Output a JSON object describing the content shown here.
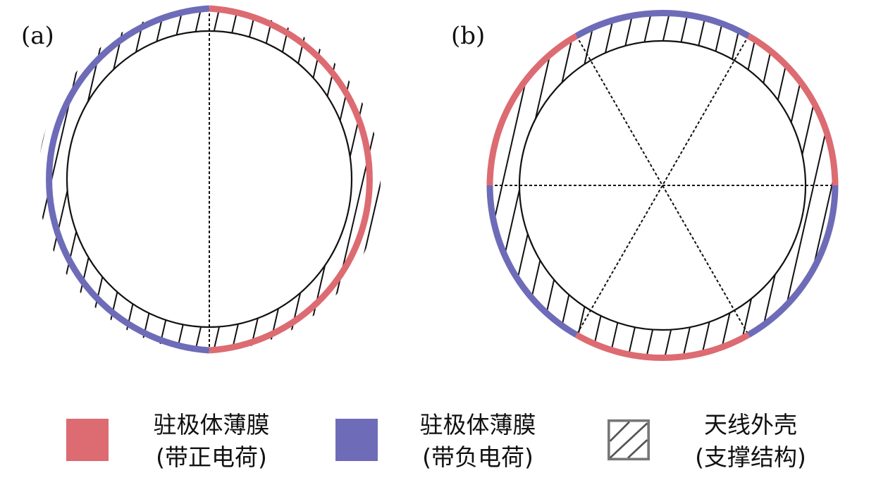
{
  "panels": [
    {
      "label": "(a)"
    },
    {
      "label": "(b)"
    }
  ],
  "legend": [
    {
      "line1": "驻极体薄膜",
      "line2": "(带正电荷)",
      "color": "#dd6b72",
      "kind": "positive-film"
    },
    {
      "line1": "驻极体薄膜",
      "line2": "(带负电荷)",
      "color": "#6e6cb8",
      "kind": "negative-film"
    },
    {
      "line1": "天线外壳",
      "line2": "(支撑结构)",
      "kind": "antenna-shell"
    }
  ],
  "colors": {
    "positive": "#dd6b72",
    "negative": "#6e6cb8",
    "line": "#111111"
  }
}
